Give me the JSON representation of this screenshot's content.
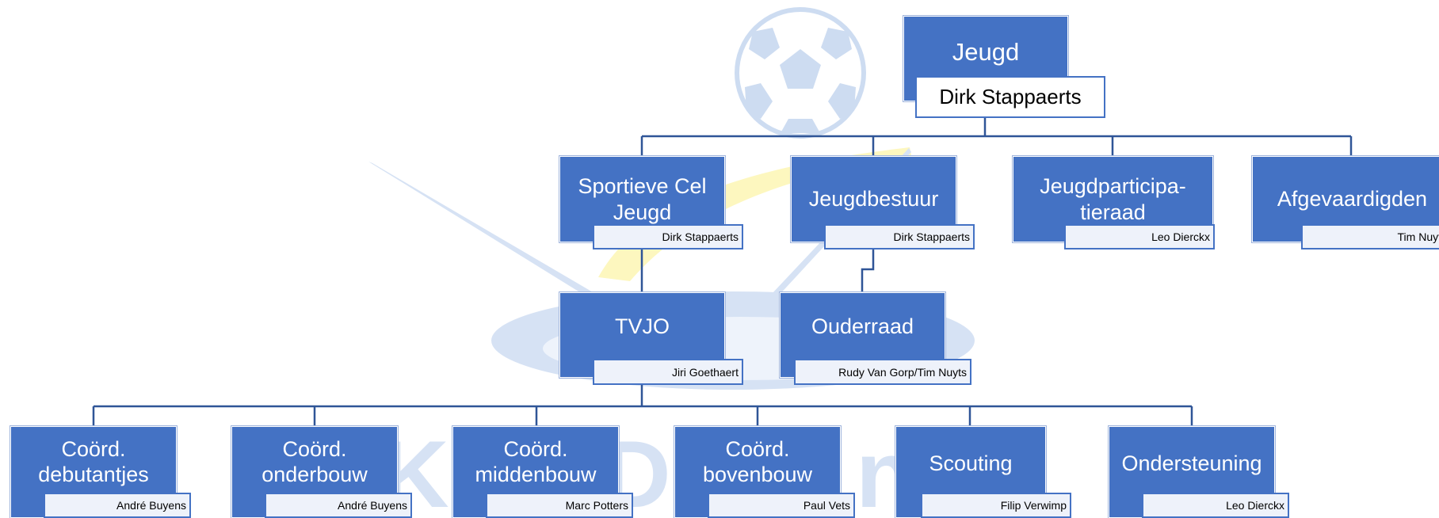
{
  "colors": {
    "box": "#4472c4",
    "connector": "#2f5597",
    "watermark": "#d6e2f4",
    "logo_yellow": "#fdf7bf"
  },
  "watermark": {
    "text": "KFC De ... n",
    "icon": "soccer-ball-icon"
  },
  "root": {
    "title": "Jeugd",
    "name": "Dirk Stappaerts"
  },
  "level1": [
    {
      "title": "Sportieve Cel Jeugd",
      "name": "Dirk Stappaerts"
    },
    {
      "title": "Jeugdbestuur",
      "name": "Dirk Stappaerts"
    },
    {
      "title": "Jeugdparticipa-tieraad",
      "name": "Leo Dierckx"
    },
    {
      "title": "Afgevaardigden",
      "name": "Tim Nuyts"
    }
  ],
  "level2": [
    {
      "title": "TVJO",
      "name": "Jiri Goethaert"
    },
    {
      "title": "Ouderraad",
      "name": "Rudy Van Gorp/Tim Nuyts"
    }
  ],
  "level3": [
    {
      "title": "Coörd. debutantjes",
      "name": "André Buyens"
    },
    {
      "title": "Coörd. onderbouw",
      "name": "André Buyens"
    },
    {
      "title": "Coörd. middenbouw",
      "name": "Marc Potters"
    },
    {
      "title": "Coörd. bovenbouw",
      "name": "Paul Vets"
    },
    {
      "title": "Scouting",
      "name": "Filip Verwimp"
    },
    {
      "title": "Ondersteuning",
      "name": "Leo Dierckx"
    }
  ]
}
